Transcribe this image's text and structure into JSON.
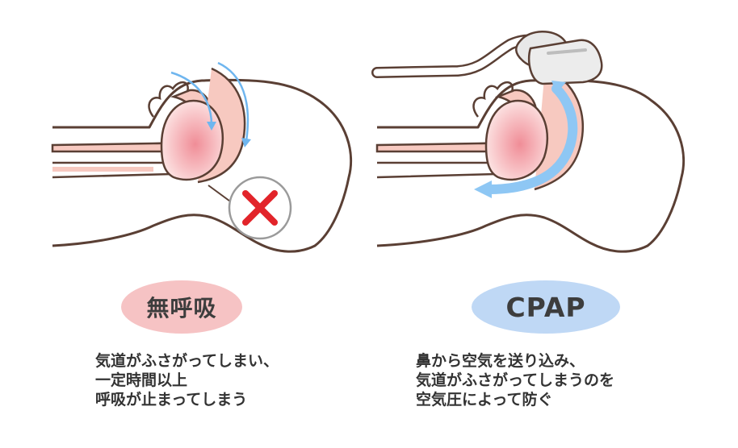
{
  "panels": {
    "apnea": {
      "label": "無呼吸",
      "description": "気道がふさがってしまい、\n一定時間以上\n呼吸が止まってしまう",
      "mark_icon": "x-mark-icon",
      "accent": "#f6c3c4"
    },
    "cpap": {
      "label": "CPAP",
      "description": "鼻から空気を送り込み、\n気道がふさがってしまうのを\n空気圧によって防ぐ",
      "mask_icon": "cpap-mask-icon",
      "accent": "#bfd8f5"
    }
  },
  "colors": {
    "outline": "#5a3f34",
    "airway": "#f7c9c0",
    "tongue": "#f08d97",
    "arrow": "#6fb6ef",
    "cross": "#e2242a",
    "mask": "#e8e8e8"
  }
}
